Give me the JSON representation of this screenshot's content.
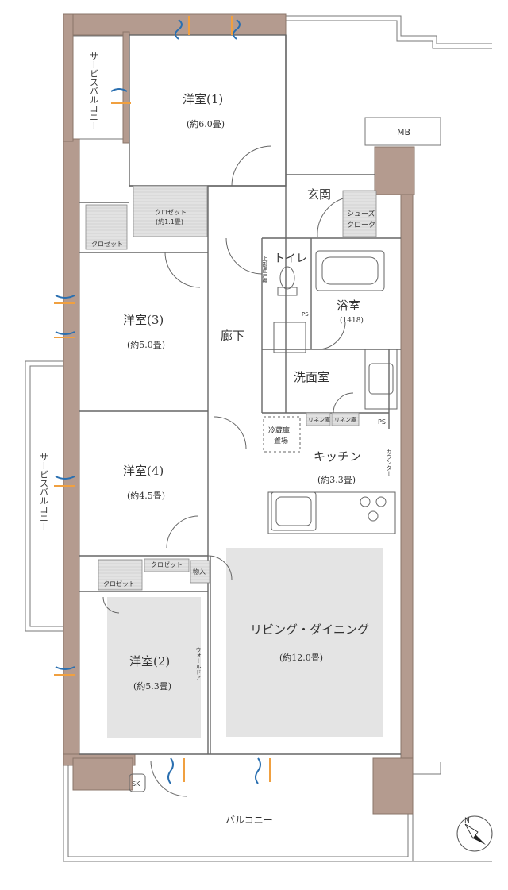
{
  "rooms": {
    "western1": {
      "name": "洋室(1)",
      "size": "(約6.0畳)"
    },
    "western2": {
      "name": "洋室(2)",
      "size": "(約5.3畳)"
    },
    "western3": {
      "name": "洋室(3)",
      "size": "(約5.0畳)"
    },
    "western4": {
      "name": "洋室(4)",
      "size": "(約4.5畳)"
    },
    "living": {
      "name": "リビング・ダイニング",
      "size": "(約12.0畳)"
    },
    "kitchen": {
      "name": "キッチン",
      "size": "(約3.3畳)"
    },
    "entrance": {
      "name": "玄関"
    },
    "toilet": {
      "name": "トイレ"
    },
    "bath": {
      "name": "浴室",
      "size": "(1418)"
    },
    "washroom": {
      "name": "洗面室"
    },
    "hallway": {
      "name": "廊下"
    }
  },
  "storage": {
    "closet1": {
      "line1": "クロゼット",
      "line2": "(約1.1畳)"
    },
    "closet3": "クロゼット",
    "closet4": "クロゼット",
    "closet2": "クロゼット",
    "storage": "物入",
    "shoes_line1": "シューズ",
    "shoes_line2": "クローク",
    "linen1": "リネン庫",
    "linen2": "リネン庫",
    "fridge_line1": "冷蔵庫",
    "fridge_line2": "置場",
    "upper_cabinet": "上部吊戸棚"
  },
  "labels": {
    "mb": "MB",
    "ps1": "PS",
    "ps2": "PS",
    "sk": "SK",
    "counter": "カウンター",
    "wall_door": "ウォールドア",
    "service_balcony_top": "サービスバルコニー",
    "service_balcony_left": "サービスバルコニー",
    "balcony": "バルコニー",
    "north": "N"
  },
  "colors": {
    "wall": "#b49b8f",
    "wall_stroke": "#8a7468",
    "floor_hatch": "#d9d9d9",
    "airflow_blue": "#2a6fb0",
    "airflow_orange": "#f0a040",
    "line": "#555555"
  }
}
